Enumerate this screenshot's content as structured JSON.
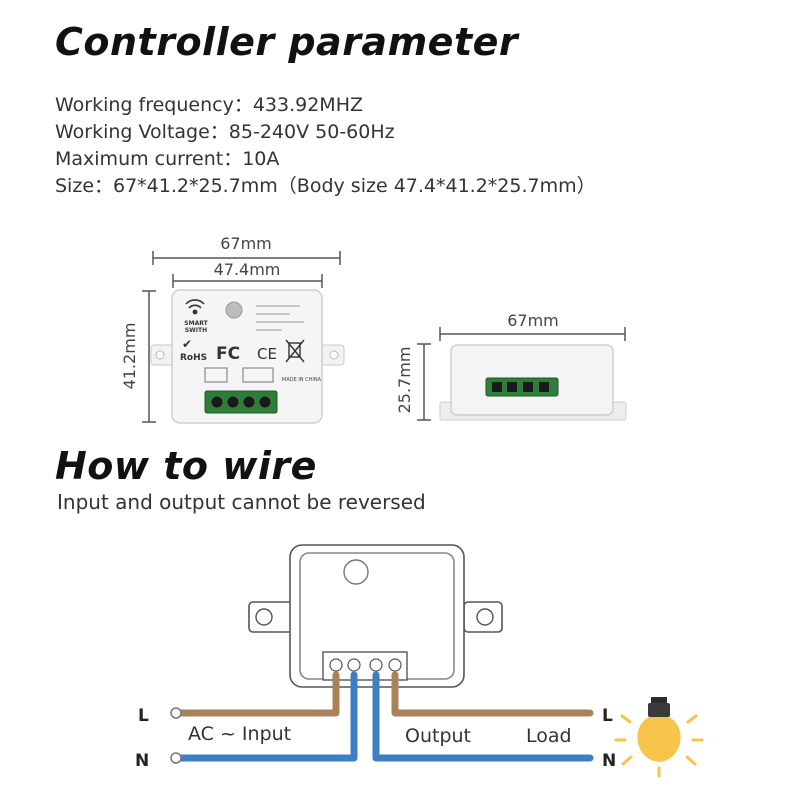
{
  "controller": {
    "title": "Controller parameter",
    "specs": [
      "Working frequency：433.92MHZ",
      "Working Voltage：85-240V 50-60Hz",
      "Maximum current：10A",
      "Size：67*41.2*25.7mm（Body size 47.4*41.2*25.7mm）"
    ]
  },
  "front_view": {
    "width_label": "67mm",
    "body_width_label": "47.4mm",
    "height_label": "41.2mm",
    "brand_line1": "SMART",
    "brand_line2": "SWITH",
    "rohs": "RoHS",
    "fcc": "FC",
    "ce": "CE",
    "made_in": "MADE IN CHINA"
  },
  "side_view": {
    "width_label": "67mm",
    "height_label": "25.7mm"
  },
  "wiring": {
    "title": "How to wire",
    "subtitle": "Input and output cannot be reversed",
    "left_l": "L",
    "left_n": "N",
    "right_l": "L",
    "right_n": "N",
    "input_label": "AC ~ Input",
    "output_label": "Output",
    "load_label": "Load",
    "colors": {
      "live_wire": "#a9825a",
      "neutral_wire": "#3c7fc2",
      "bulb": "#f6c44a",
      "terminal_green": "#2f7d3b"
    }
  }
}
